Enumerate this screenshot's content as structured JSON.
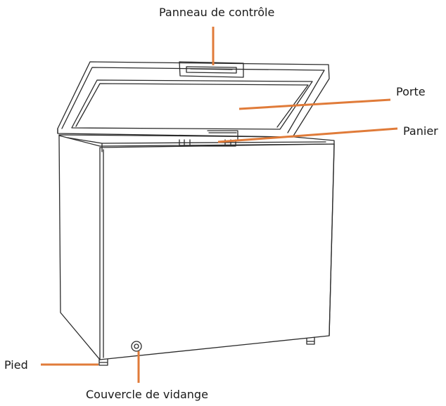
{
  "labels": {
    "control_panel": "Panneau de contrôle",
    "door": "Porte",
    "basket": "Panier",
    "foot": "Pied",
    "drain_cover": "Couvercle de vidange"
  },
  "colors": {
    "leader_line": "#e07b39",
    "outline": "#2b2b2b",
    "background": "#ffffff"
  }
}
